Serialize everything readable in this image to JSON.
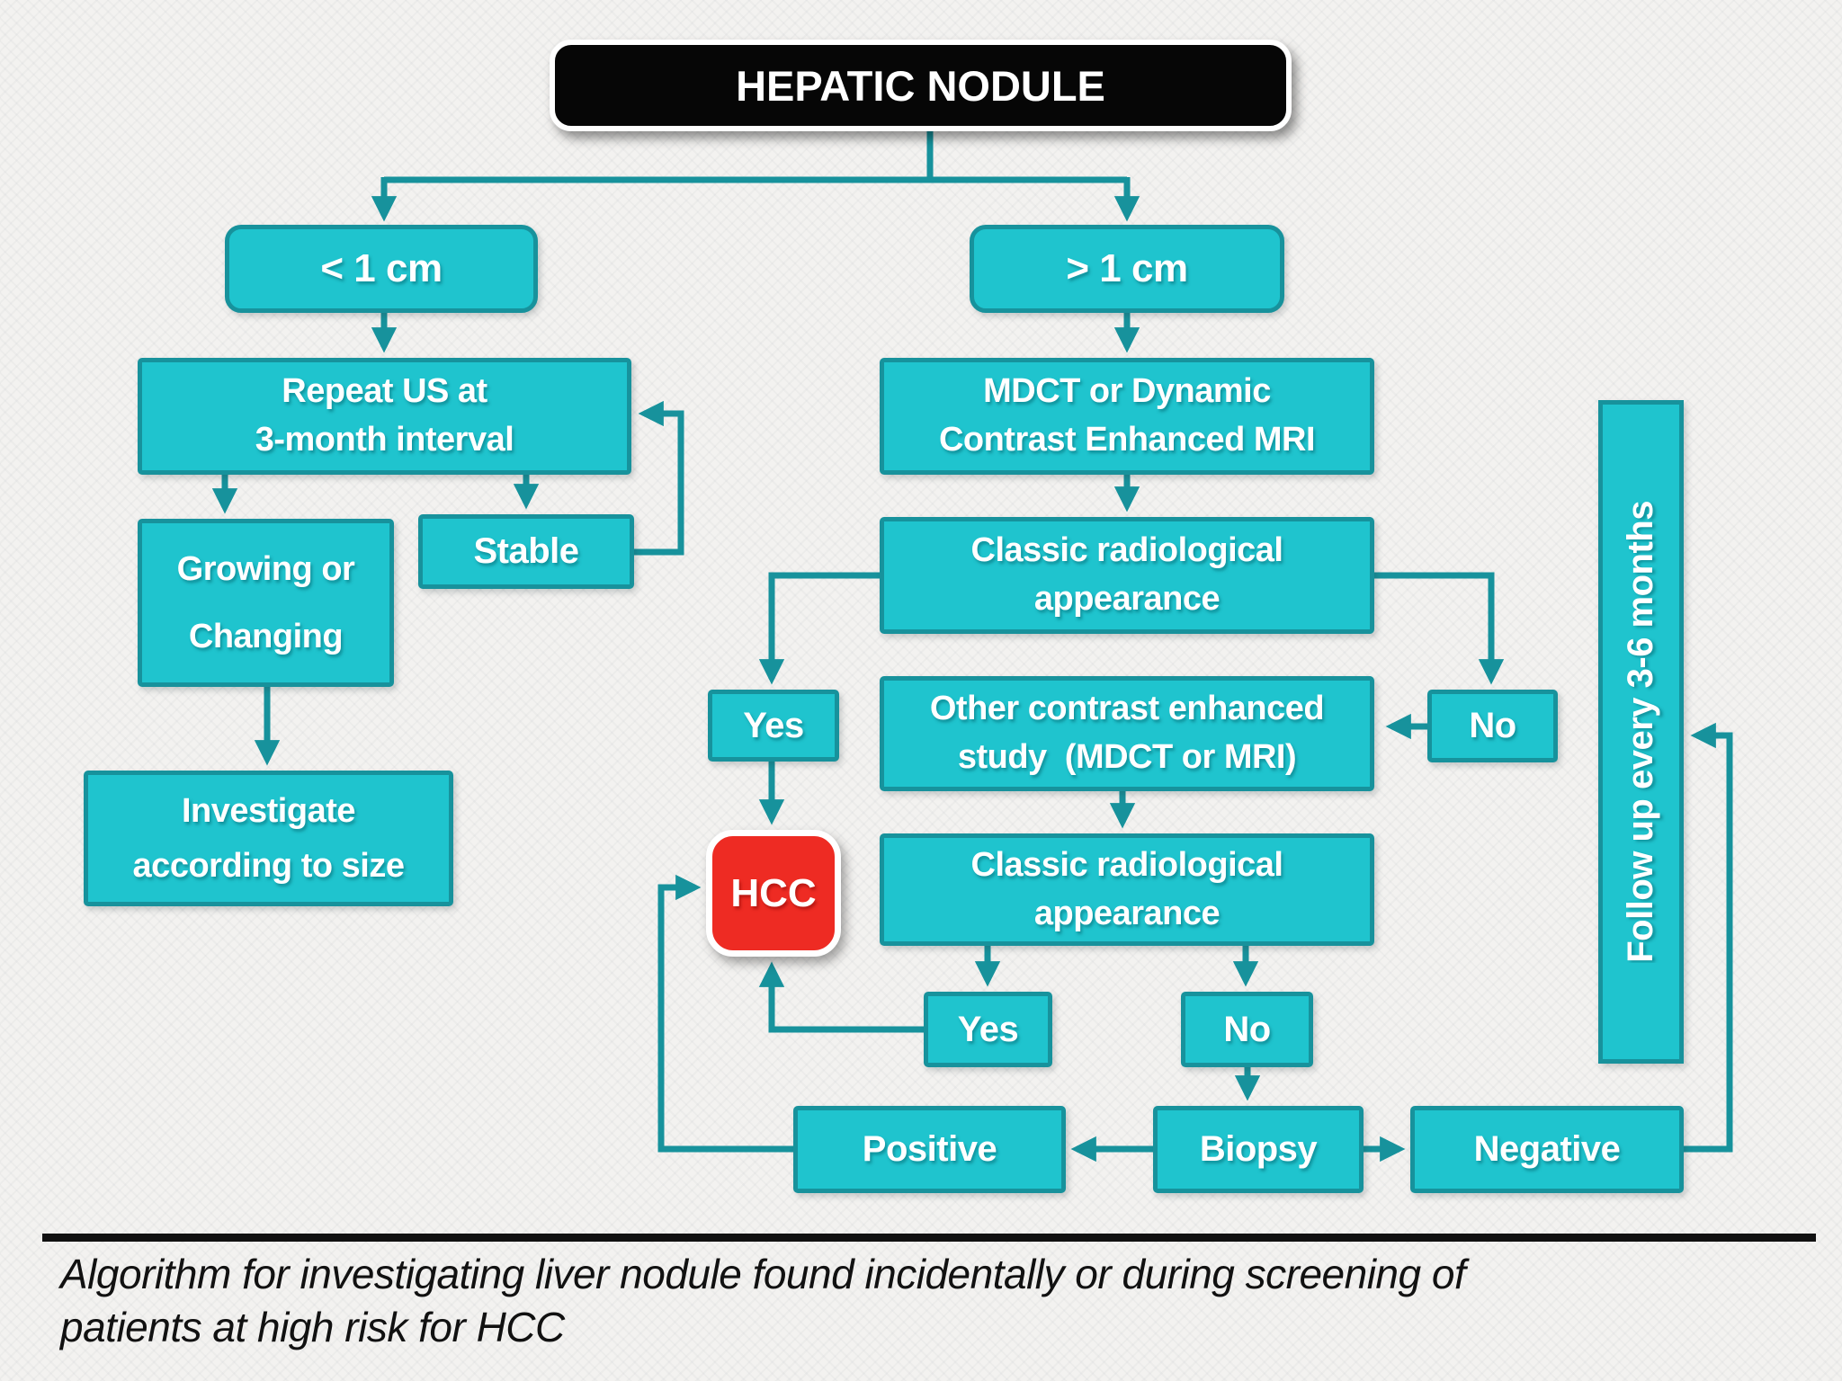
{
  "title": "HEPATIC NODULE",
  "nodes": {
    "lt1cm": {
      "label": "< 1 cm"
    },
    "gt1cm": {
      "label": "> 1 cm"
    },
    "repeat_us": {
      "line1": "Repeat US at",
      "line2": "3-month interval"
    },
    "growing": {
      "line1": "Growing or",
      "line2": "Changing"
    },
    "stable": {
      "label": "Stable"
    },
    "investigate": {
      "line1": "Investigate",
      "line2": "according to size"
    },
    "mdct": {
      "line1": "MDCT or Dynamic",
      "line2": "Contrast Enhanced MRI"
    },
    "cra1": {
      "line1": "Classic radiological",
      "line2": "appearance"
    },
    "yes1": {
      "label": "Yes"
    },
    "no1": {
      "label": "No"
    },
    "other_study": {
      "line1": "Other contrast enhanced",
      "line2": "study  (MDCT or MRI)"
    },
    "cra2": {
      "line1": "Classic radiological",
      "line2": "appearance"
    },
    "hcc": {
      "label": "HCC"
    },
    "yes2": {
      "label": "Yes"
    },
    "no2": {
      "label": "No"
    },
    "biopsy": {
      "label": "Biopsy"
    },
    "positive": {
      "label": "Positive"
    },
    "negative": {
      "label": "Negative"
    },
    "followup": {
      "label": "Follow up every 3-6 months"
    }
  },
  "caption": {
    "line1": "Algorithm for investigating liver nodule found incidentally or during screening of",
    "line2": "patients at high risk for HCC"
  },
  "colors": {
    "node_fill": "#1fc4ce",
    "node_border": "#17929c",
    "connector": "#17929c",
    "hcc_fill": "#ee2b23",
    "title_fill": "#060606",
    "background": "#f3f2f0",
    "text": "#ffffff",
    "caption_text": "#111111"
  }
}
